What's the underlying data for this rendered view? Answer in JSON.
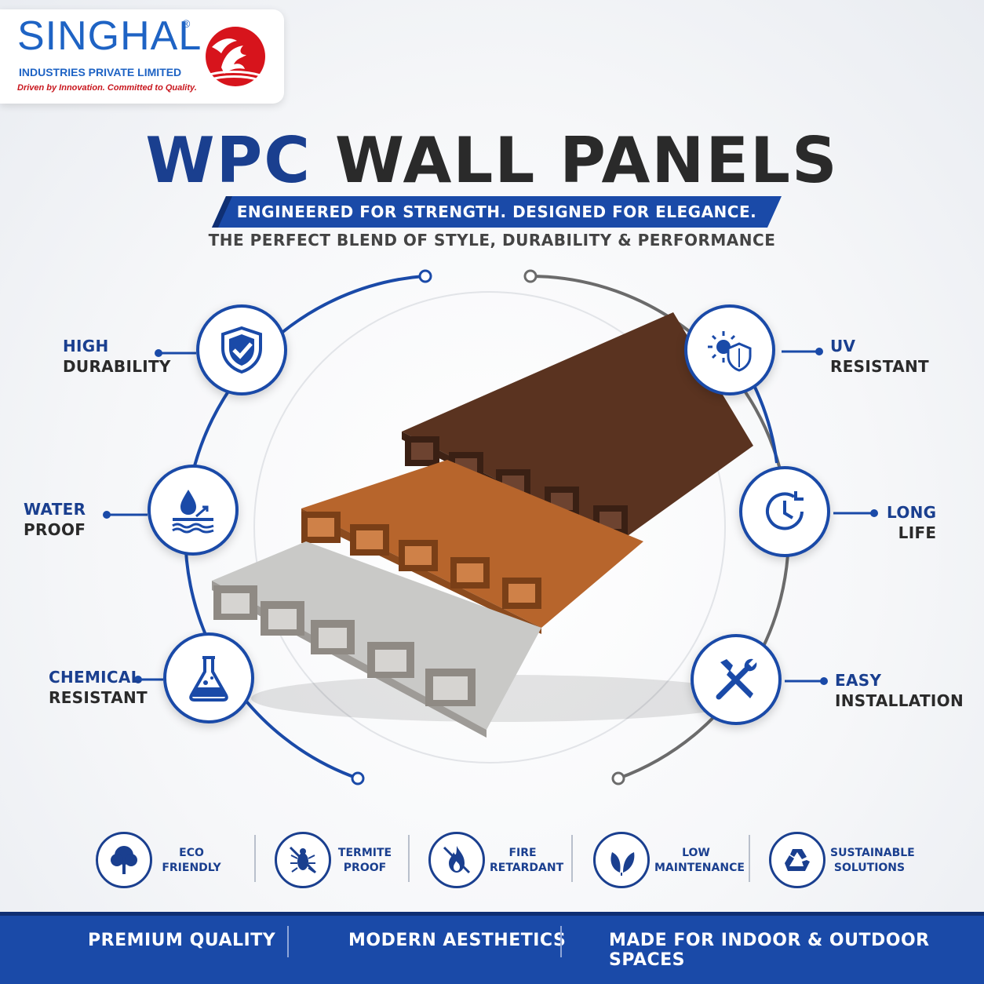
{
  "brand": {
    "name": "SINGHAL",
    "registered": "®",
    "subtitle": "INDUSTRIES PRIVATE LIMITED",
    "tagline": "Driven by Innovation. Committed to Quality."
  },
  "hero": {
    "title_part1": "WPC",
    "title_part2": "WALL PANELS",
    "banner": "ENGINEERED FOR STRENGTH. DESIGNED FOR ELEGANCE.",
    "subtitle": "THE PERFECT BLEND OF STYLE, DURABILITY & PERFORMANCE"
  },
  "features_left": [
    {
      "line1": "HIGH",
      "line2": "DURABILITY",
      "icon": "shield-check-icon"
    },
    {
      "line1": "WATER",
      "line2": "PROOF",
      "icon": "water-drop-icon"
    },
    {
      "line1": "CHEMICAL",
      "line2": "RESISTANT",
      "icon": "flask-icon"
    }
  ],
  "features_right": [
    {
      "line1": "UV",
      "line2": "RESISTANT",
      "icon": "sun-shield-icon"
    },
    {
      "line1": "LONG",
      "line2": "LIFE",
      "icon": "clock-icon"
    },
    {
      "line1": "EASY",
      "line2": "INSTALLATION",
      "icon": "tools-icon"
    }
  ],
  "bottom_features": [
    {
      "line1": "ECO",
      "line2": "FRIENDLY",
      "icon": "tree-icon"
    },
    {
      "line1": "TERMITE",
      "line2": "PROOF",
      "icon": "no-termite-icon"
    },
    {
      "line1": "FIRE",
      "line2": "RETARDANT",
      "icon": "no-fire-icon"
    },
    {
      "line1": "LOW",
      "line2": "MAINTENANCE",
      "icon": "leaf-icon"
    },
    {
      "line1": "SUSTAINABLE",
      "line2": "SOLUTIONS",
      "icon": "recycle-icon"
    }
  ],
  "footer": {
    "items": [
      "PREMIUM QUALITY",
      "MODERN AESTHETICS",
      "MADE FOR INDOOR & OUTDOOR SPACES"
    ]
  },
  "colors": {
    "primary_blue": "#1a4aa8",
    "dark_blue": "#1a3f8f",
    "brand_red": "#c8161d",
    "panel_dark": "#5a3320",
    "panel_mid": "#b7652c",
    "panel_light": "#c9c9c7"
  }
}
